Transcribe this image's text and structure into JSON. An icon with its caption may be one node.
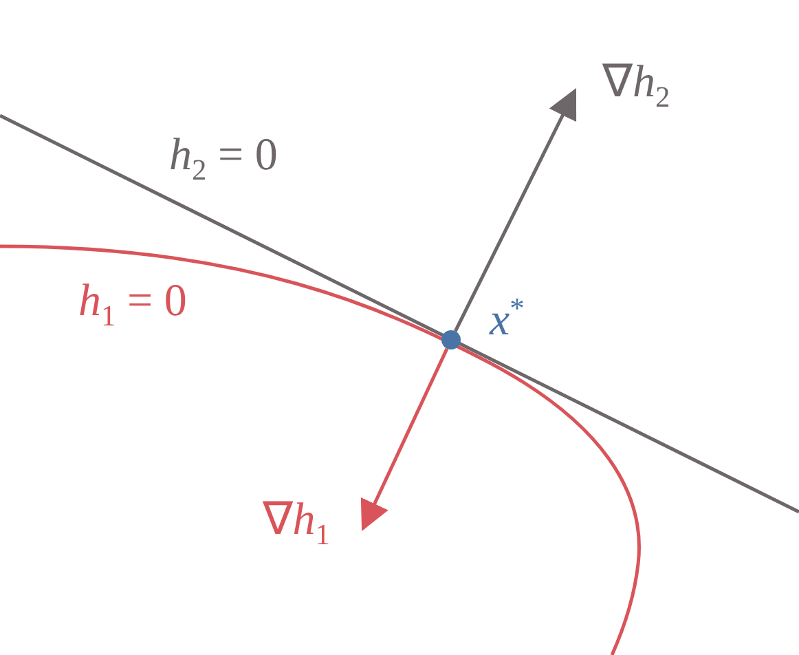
{
  "diagram": {
    "nodes": [
      {
        "text": [],
        "shape": "circle",
        "beside": [
          "*x*$^{*}$"
        ]
      },
      {
        "text": [
          "∇*h*$_{2}$"
        ]
      },
      {
        "text": [
          "∇*h*$_{1}$"
        ]
      }
    ],
    "edges": [
      {
        "from": 0,
        "to": 1,
        "arrow": "to",
        "color": "#6d6769"
      },
      {
        "from": 0,
        "to": 2,
        "arrow": "to",
        "color": "#d9545a"
      }
    ],
    "labels": [
      "*h*$_{2}$ = 0",
      "*h*$_{1}$ = 0"
    ]
  }
}
